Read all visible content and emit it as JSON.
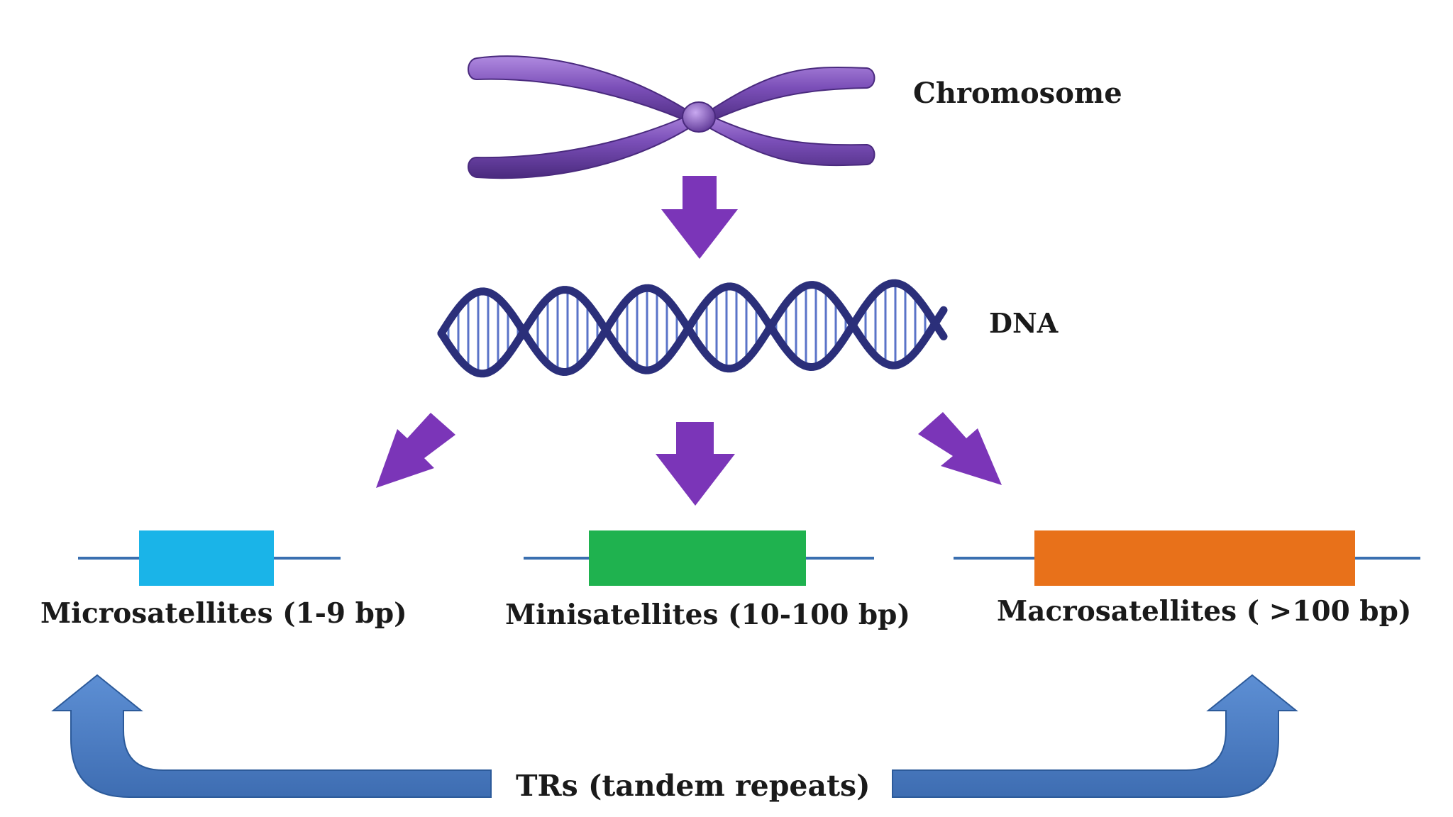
{
  "labels": {
    "chromosome": "Chromosome",
    "dna": "DNA",
    "microsatellites": "Microsatellites (1-9 bp)",
    "minisatellites": "Minisatellites (10-100 bp)",
    "macrosatellites": "Macrosatellites ( >100 bp)",
    "tandem_repeats": "TRs (tandem repeats)"
  },
  "colors": {
    "chromosome": "#7b4fb8",
    "dna_strand": "#2b2f7a",
    "dna_rung": "#5a73c8",
    "arrow": "#7b35b8",
    "sequence_line": "#3a6fb0",
    "micro_box": "#1ab4e8",
    "mini_box": "#1fb24f",
    "macro_box": "#e8711a",
    "tr_arrow": "#4a7dc4"
  }
}
